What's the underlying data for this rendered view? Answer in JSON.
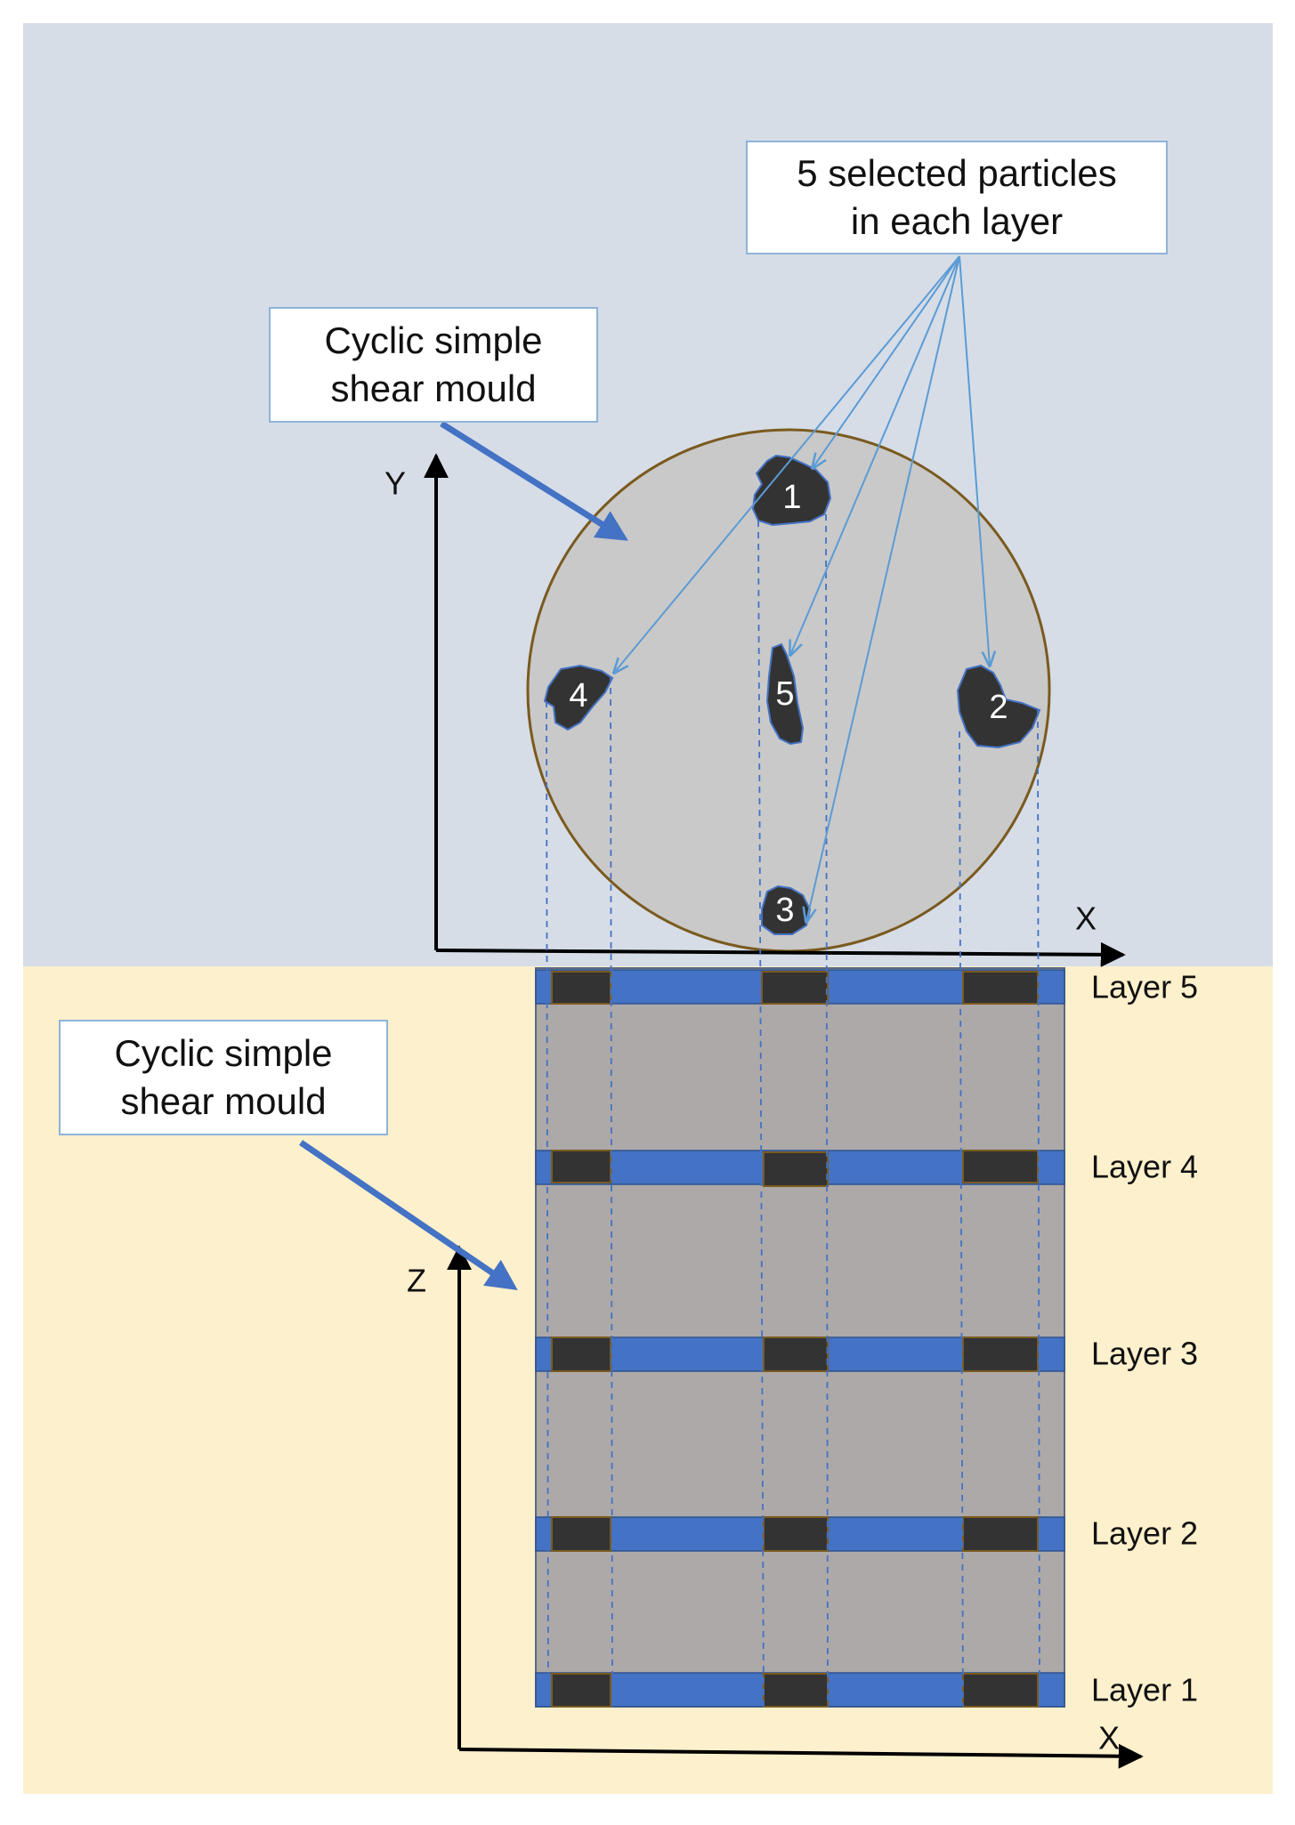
{
  "callouts": {
    "top_mould": "Cyclic simple\nshear  mould",
    "bottom_mould": "Cyclic simple\nshear  mould",
    "particles": "5 selected particles\nin each layer"
  },
  "axes": {
    "top_y": "Y",
    "top_x": "X",
    "bottom_z": "Z",
    "bottom_x": "X"
  },
  "particles": [
    {
      "label": "1"
    },
    {
      "label": "2"
    },
    {
      "label": "3"
    },
    {
      "label": "4"
    },
    {
      "label": "5"
    }
  ],
  "layers": [
    {
      "label": "Layer 5"
    },
    {
      "label": "Layer 4"
    },
    {
      "label": "Layer 3"
    },
    {
      "label": "Layer 2"
    },
    {
      "label": "Layer 1"
    }
  ],
  "colors": {
    "top_background": "#d6dde7",
    "bottom_background": "#fdf0cc",
    "mould_fill": "#c9c9c9",
    "mould_outline": "#7a5a1e",
    "column_fill": "#ada9a8",
    "layer_band": "#4472c4",
    "particle_fill": "#333333",
    "leader_line": "#5b9bd5"
  }
}
